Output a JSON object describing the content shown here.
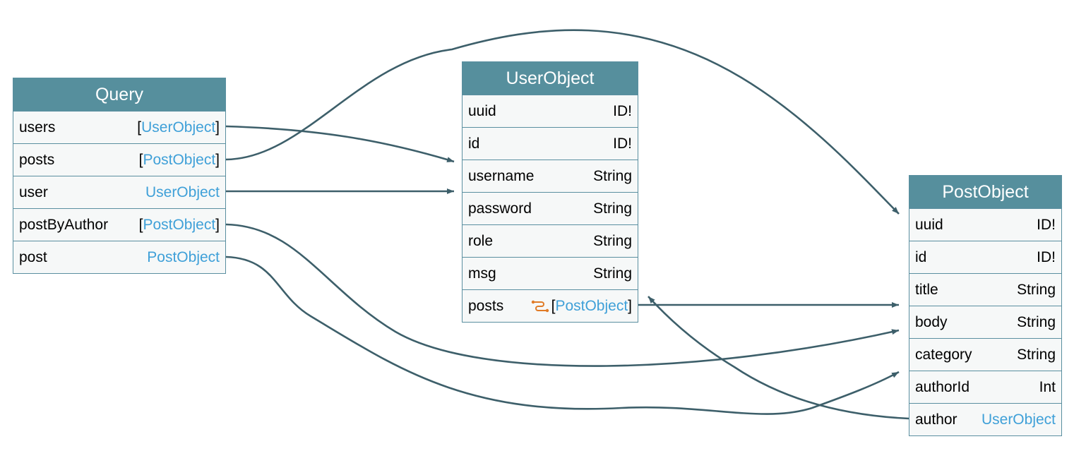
{
  "colors": {
    "header_bg": "#568f9d",
    "header_text": "#ffffff",
    "row_bg": "#f6f8f8",
    "border": "#5a8fa0",
    "edge": "#3d5f6a",
    "type_link": "#3fa0d8",
    "relay_icon": "#e07b26"
  },
  "nodes": {
    "query": {
      "title": "Query",
      "fields": [
        {
          "name": "users",
          "open": "[",
          "type": "UserObject",
          "close": "]"
        },
        {
          "name": "posts",
          "open": "[",
          "type": "PostObject",
          "close": "]"
        },
        {
          "name": "user",
          "open": "",
          "type": "UserObject",
          "close": ""
        },
        {
          "name": "postByAuthor",
          "open": "[",
          "type": "PostObject",
          "close": "]"
        },
        {
          "name": "post",
          "open": "",
          "type": "PostObject",
          "close": ""
        }
      ]
    },
    "user_object": {
      "title": "UserObject",
      "fields": [
        {
          "name": "uuid",
          "type": "ID!"
        },
        {
          "name": "id",
          "type": "ID!"
        },
        {
          "name": "username",
          "type": "String"
        },
        {
          "name": "password",
          "type": "String"
        },
        {
          "name": "role",
          "type": "String"
        },
        {
          "name": "msg",
          "type": "String"
        },
        {
          "name": "posts",
          "icon": "relay-connection-icon",
          "open": "[",
          "type": "PostObject",
          "close": "]"
        }
      ]
    },
    "post_object": {
      "title": "PostObject",
      "fields": [
        {
          "name": "uuid",
          "type": "ID!"
        },
        {
          "name": "id",
          "type": "ID!"
        },
        {
          "name": "title",
          "type": "String"
        },
        {
          "name": "body",
          "type": "String"
        },
        {
          "name": "category",
          "type": "String"
        },
        {
          "name": "authorId",
          "type": "Int"
        },
        {
          "name": "author",
          "type": "UserObject"
        }
      ]
    }
  }
}
